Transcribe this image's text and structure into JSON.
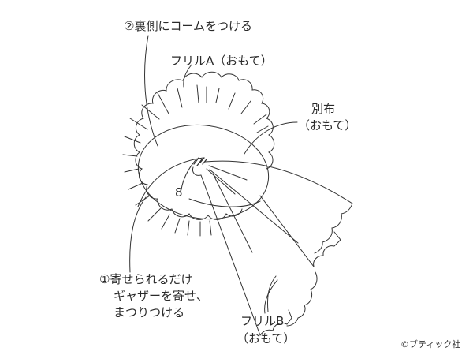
{
  "labels": {
    "step2": "②裏側にコームをつける",
    "frill_a": "フリルA（おもて）",
    "bessu_line1": "別布",
    "bessu_line2": "（おもて）",
    "step1_line1": "①寄せられるだけ",
    "step1_line2": "ギャザーを寄せ、",
    "step1_line3": "まつりつける",
    "frill_b_line1": "フリルB",
    "frill_b_line2": "（おもて）",
    "number_8": "8",
    "copyright": "©ブティック社"
  },
  "colors": {
    "line": "#333333",
    "text": "#2a2a2a",
    "background": "#ffffff"
  }
}
